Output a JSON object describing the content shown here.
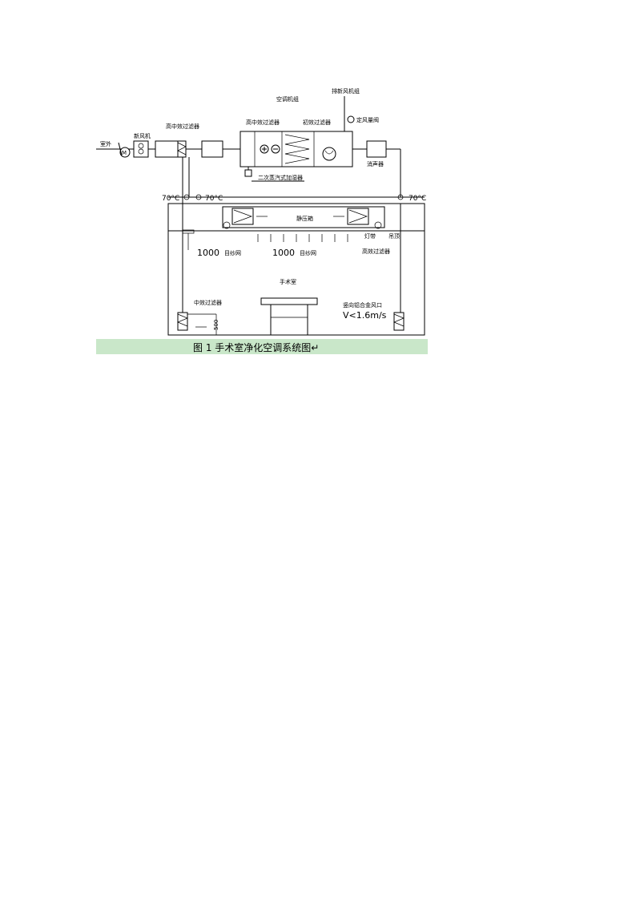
{
  "figure": {
    "labels": {
      "outdoor": "室外",
      "fresh_air_fan": "新风机",
      "hm_filter_1": "高中效过滤器",
      "ahu": "空调机组",
      "hm_filter_2": "高中效过滤器",
      "primary_filter": "初效过滤器",
      "exhaust_unit": "排新风机组",
      "const_air_valve": "定风量阀",
      "muffler": "消声器",
      "steam_humidifier": "二次蒸汽式加湿器",
      "temp_left_1": "70°C",
      "temp_left_2": "70°C",
      "temp_right": "70°C",
      "plenum": "静压箱",
      "lamp_band": "灯带",
      "hepa": "高效过滤器",
      "lamp_hole": "吊顶",
      "mesh_left_num": "1000",
      "mesh_left_unit": "目纱网",
      "mesh_mid_num": "1000",
      "mesh_mid_unit": "目纱网",
      "operating_room": "手术室",
      "mid_filter": "中效过滤器",
      "dim_500": "500",
      "return_grille": "竖向铝合金风口",
      "velocity": "V<1.6m/s"
    },
    "caption": "图 1  手术室净化空调系统图↵"
  }
}
